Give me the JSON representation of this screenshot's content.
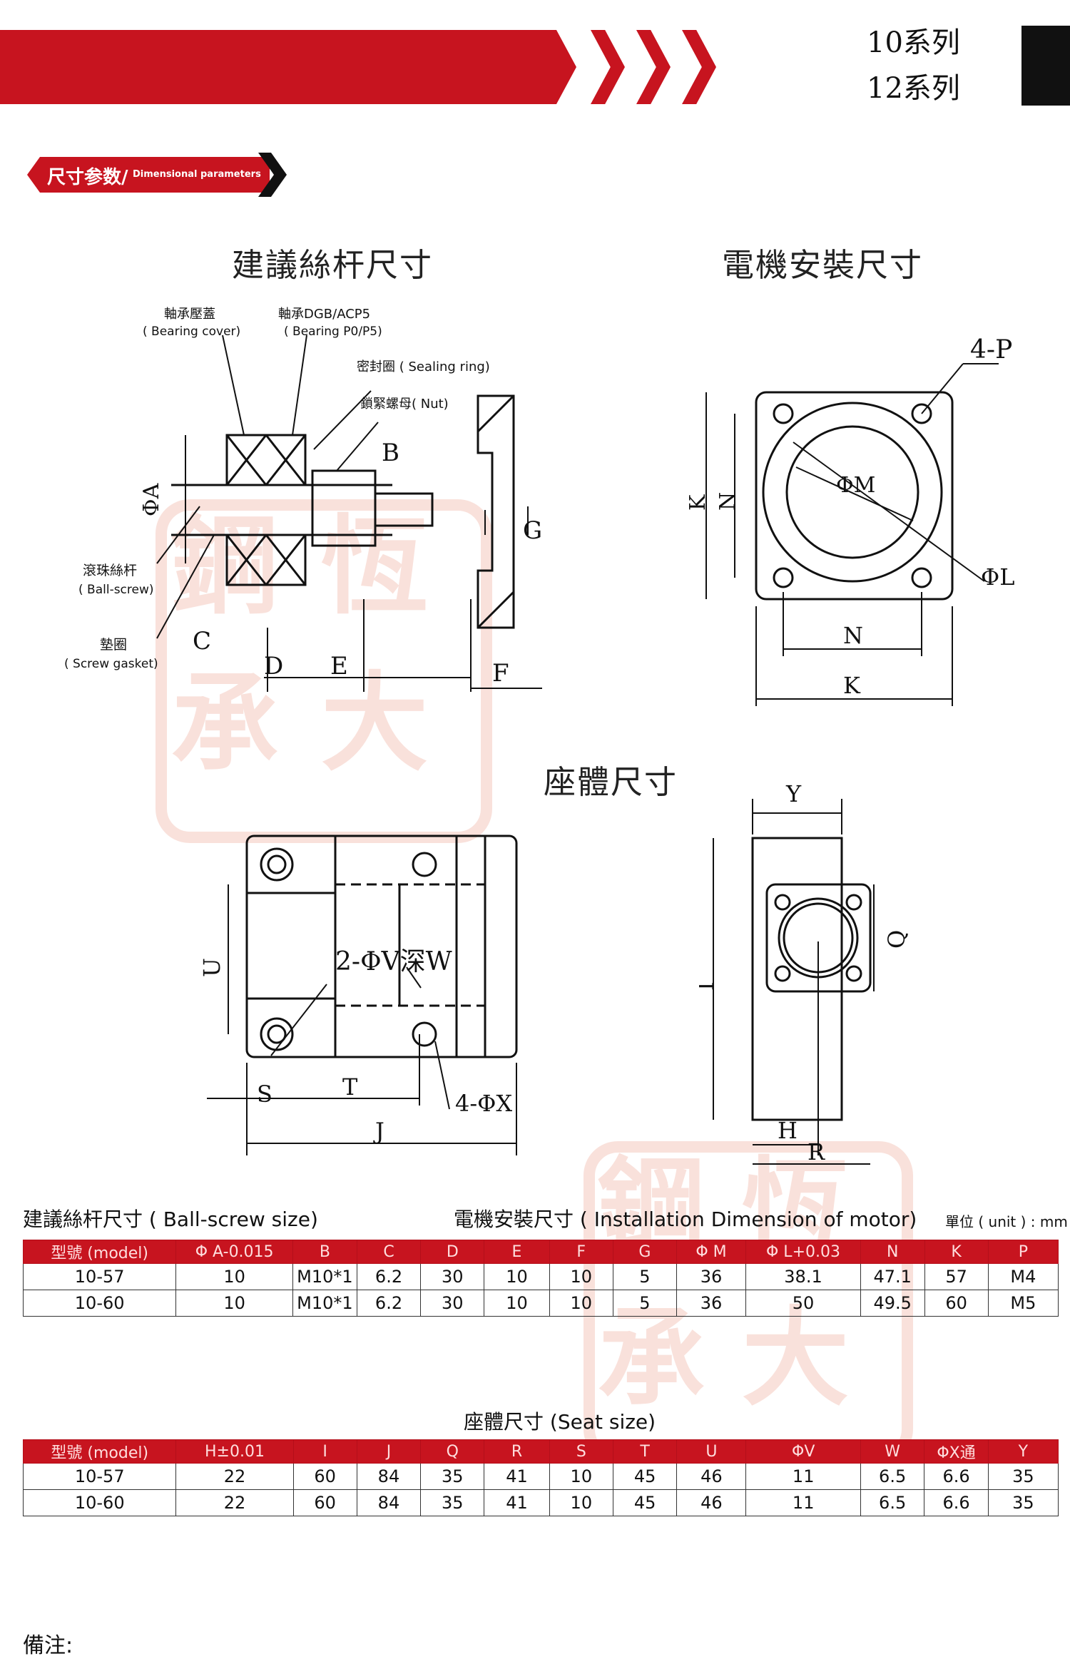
{
  "header": {
    "series": [
      "10系列",
      "12系列"
    ]
  },
  "section_tag": {
    "main": "尺寸参数/",
    "en": "Dimensional parameters"
  },
  "drawings": {
    "screw_title": "建議絲杆尺寸",
    "motor_title": "電機安裝尺寸",
    "seat_title": "座體尺寸",
    "screw_labels": {
      "bearing_cover_cn": "軸承壓蓋",
      "bearing_cover_en": "( Bearing cover)",
      "bearing_cn": "軸承DGB/ACP5",
      "bearing_en": "( Bearing P0/P5)",
      "sealing_ring": "密封圈 ( Sealing ring)",
      "nut": "鎖緊螺母( Nut)",
      "ball_screw_cn": "滾珠絲杆",
      "ball_screw_en": "( Ball-screw)",
      "gasket_cn": "墊圈",
      "gasket_en": "( Screw gasket)",
      "A": "ΦA",
      "B": "B",
      "C": "C",
      "D": "D",
      "E": "E",
      "F": "F",
      "G": "G"
    },
    "motor_labels": {
      "P": "4-P",
      "M": "ΦM",
      "L": "ΦL",
      "K": "K",
      "N": "N"
    },
    "seat_labels": {
      "V": "2-ΦV深W",
      "U": "U",
      "S": "S",
      "T": "T",
      "X": "4-ΦX",
      "J": "J",
      "Y": "Y",
      "I": "I",
      "Q": "Q",
      "H": "H",
      "R": "R"
    }
  },
  "watermark": {
    "chars": [
      "鋼",
      "恆",
      "承",
      "大"
    ]
  },
  "ballscrew_table": {
    "caption_left": "建議絲杆尺寸 ( Ball-screw size)",
    "caption_right": "電機安裝尺寸 ( Installation Dimension of motor)",
    "unit": "單位 ( unit ) : mm",
    "headers": [
      "型號 (model)",
      "Φ A-0.015",
      "B",
      "C",
      "D",
      "E",
      "F",
      "G",
      "Φ M",
      "Φ L+0.03",
      "N",
      "K",
      "P"
    ],
    "rows": [
      [
        "10-57",
        "10",
        "M10*1",
        "6.2",
        "30",
        "10",
        "10",
        "5",
        "36",
        "38.1",
        "47.1",
        "57",
        "M4"
      ],
      [
        "10-60",
        "10",
        "M10*1",
        "6.2",
        "30",
        "10",
        "10",
        "5",
        "36",
        "50",
        "49.5",
        "60",
        "M5"
      ]
    ]
  },
  "seat_table": {
    "caption": "座體尺寸 (Seat size)",
    "headers": [
      "型號 (model)",
      "H±0.01",
      "I",
      "J",
      "Q",
      "R",
      "S",
      "T",
      "U",
      "ΦV",
      "W",
      "ΦX通",
      "Y"
    ],
    "rows": [
      [
        "10-57",
        "22",
        "60",
        "84",
        "35",
        "41",
        "10",
        "45",
        "46",
        "11",
        "6.5",
        "6.6",
        "35"
      ],
      [
        "10-60",
        "22",
        "60",
        "84",
        "35",
        "41",
        "10",
        "45",
        "46",
        "11",
        "6.5",
        "6.6",
        "35"
      ]
    ]
  },
  "note": {
    "label": "備注:"
  }
}
